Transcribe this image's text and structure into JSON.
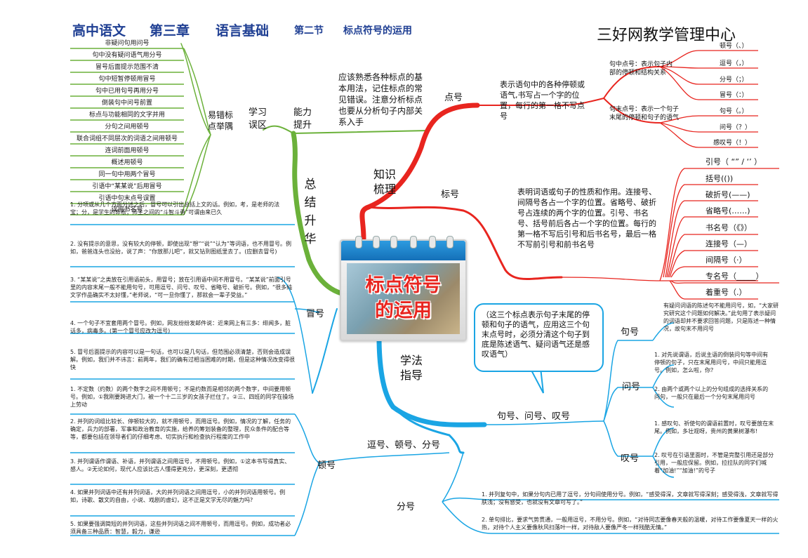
{
  "header": {
    "subject": "高中语文",
    "chapter": "第三章",
    "unit": "语言基础",
    "section": "第二节",
    "topic": "标点符号的运用",
    "brand": "三好网教学管理中心"
  },
  "center": {
    "line1": "标点符号",
    "line2": "的运用"
  },
  "branches": {
    "summary": "总结升华",
    "knowledge": "知识梳理",
    "method": "学法指导"
  },
  "summary_group": {
    "ability": "能力提升",
    "ability_text": "应该熟悉各种标点的基本用法，记住标点的常见错误。注意分析标点也要从分析句子内部关系入手",
    "zone": "学习误区",
    "common": "易错标点举隅",
    "errors": [
      "非疑问句用问号",
      "句中没有疑问语气用分号",
      "冒号后面提示范围不清",
      "句中短暂停顿用冒号",
      "句中已用句号再用分号",
      "倒装句中问号前置",
      "标点与功能相同的文字并用",
      "分句之间用顿号",
      "联合词组不同层次的词语之间用顿号",
      "连词前面用顿号",
      "概述用顿号",
      "同一句中用两个冒号",
      "引语中“某某说”后用冒号",
      "引语中句末点号误置",
      "误用书名号"
    ]
  },
  "colon": {
    "label": "冒号",
    "items": [
      "1. 分项或从几个方面分述之后，冒号可以引出总括上文的话。例如，考，是老师的法宝；分，是学生的命根；师生之间的“斗智斗勇”可谓由来已久",
      "2. 没有提示的意思，没有较大的停顿，即使出现“想”“说”“认为”等词语，也不用冒号。例如，爸爸连头也没抬，说了声：“你放那儿吧”，就又钻到图纸里去了。(应删去冒号)",
      "3. “某某说”之类放在引用语前头，用冒号；放在引用语中间不用冒号。“某某说”前面引号里的内容末尾一般不能用句号，可用逗号、问号、叹号、省略号、破折号。例如，“很多纯文学作品确实不太好懂，”老师说，“可一旦你懂了，那就会一辈子受益。”",
      "4. 一个句子不宜套用两个冒号。例如，网友纷纷发邮件说：近来网上有三多：绯闻多，脏话多，病毒多。(第一个冒号应改为逗号)",
      "5. 冒号后面提示的内容可以是一句话，也可以是几句话，但范围必须清楚，否则会造成误解。例如，我们并不讳言：前两年，我们的确有过相当困难的时期，但是这种情况改变得很快"
    ]
  },
  "comma": {
    "label": "顿号",
    "items": [
      "1. 不定数（约数）的两个数字之间不用顿号；不是约数而是相邻的两个数字，中间要用顿号。例如，①我刚要跨进大门，被一个十二三岁的女孩子拦住了。②三、四班的同学在操场上劳动",
      "2. 并列的词组比较长、停顿较大的，就不用顿号，而用逗号。例如，情况的了解，任务的确定，兵力的部署，军事和政治教育的实施，给养的筹划装备的整理，民众条件的配合等等，都要包括在领导者们的仔细考虑、切实执行和检查执行程度的工作中",
      "3. 并列谓语作谓语、补语，并列谓语之间用逗号，不用顿号。例如，①这本书写得真实、感人。②无论如何，现代人应该比古人懂得更充分，更深刻，更透彻",
      "4. 如果并列词语中还有并列词语，大的并列词语之间用逗号，小的并列词语用顿号。例如，诗歌、散文的自由，小说、戏剧的虚幻，这不正是文学无尽的魅力吗?",
      "5. 如果要强调简短的并列词语，这些并列词语之间不用顿号，而用逗号。例如，成功者必须具备三种品质：智慧，毅力，谦逊"
    ]
  },
  "knowledge_group": {
    "dian": "点号",
    "dian_desc": "表示语句中的各种停顿或语气,书写占一个字的位置，每行的第一格不写点号",
    "inner_desc": "句中点号：表示句子内部的停顿和结构关系",
    "inner_items": [
      "顿号（、）",
      "逗号（，）",
      "分号（；）",
      "冒号（：）"
    ],
    "end_desc": "句末点号：表示一个句子末尾的停顿和句子的语气",
    "end_items": [
      "句号（。）",
      "问号（？）",
      "感叹号（！）"
    ],
    "biao": "标号",
    "biao_desc": "表明词语或句子的性质和作用。连接号、间隔号各占一个字的位置。省略号、破折号占连续的两个字的位置。引号、书名号、括号前后各占一个字的位置。每行的第一格不写后引号和后书名号，最后一格不写前引号和前书名号",
    "biao_items": [
      "引号（ “” / ‘’ ）",
      "括号(())",
      "破折号(——)",
      "省略号(……)",
      "书名号（《》）",
      "连接号（—）",
      "间隔号（·）",
      "专名号（_____）",
      "着重号（.）"
    ]
  },
  "method_group": {
    "bubble": "（这三个标点表示句子末尾的停顿和句子的语气，应用这三个句末点号时，必须分清这个句子到底是陈述语气、疑问语气还是感叹语气）",
    "jwt": "句号、问号、叹号",
    "ju": "句号",
    "ju_text": "有疑问词语的陈述句不能用问号，如，“大家研究研究这个问题如何解决。”此句用了表示疑问的词语却并不要求回答问题，只是陈述一种情况，故句末不用问号",
    "wen": "问号",
    "wen_items": [
      "1. 对先说谓语，后说主语的倒装问句等中间有停顿的句子，只在末尾用问号，中间只能用逗号。例如，怎么啦，你?",
      "2. 由两个或两个以上的分句组成的选择关系的问句，一般只在最后一个分句末尾用问号"
    ],
    "tan": "叹号",
    "tan_items": [
      "1. 感叹句、祈使句的谓语前置时，叹号要放在末尾。例如，多壮观呀，贵州的黄果树瀑布!",
      "2. 叹号在引语里面时，不管是完整引用还是部分引用，一般应保留。例如，拉拉队的同学们喊着“加油!”“加油!”的号子"
    ],
    "dds": "逗号、顿号、分号",
    "fen": "分号",
    "fen_items": [
      "1. 并列复句中，如果分句内已用了逗号，分句间使用分号。例如，“感受得深，文章就写得深刻；感受得浅，文章就写得肤浅；没有感受，也就没有文章可写了。”",
      "2. 单句排比，要求气势贯通，一般用逗号，不用分号。例如，“对待同志要像春天般的温暖，对待工作要像夏天一样的火热，对待个人主义要像秋风扫落叶一样，对待敌人要像严冬一样残酷无情。”"
    ]
  },
  "colors": {
    "green": "#6bb13a",
    "red": "#e8251f",
    "blue": "#1aa5e4",
    "title": "#1f3f93"
  }
}
